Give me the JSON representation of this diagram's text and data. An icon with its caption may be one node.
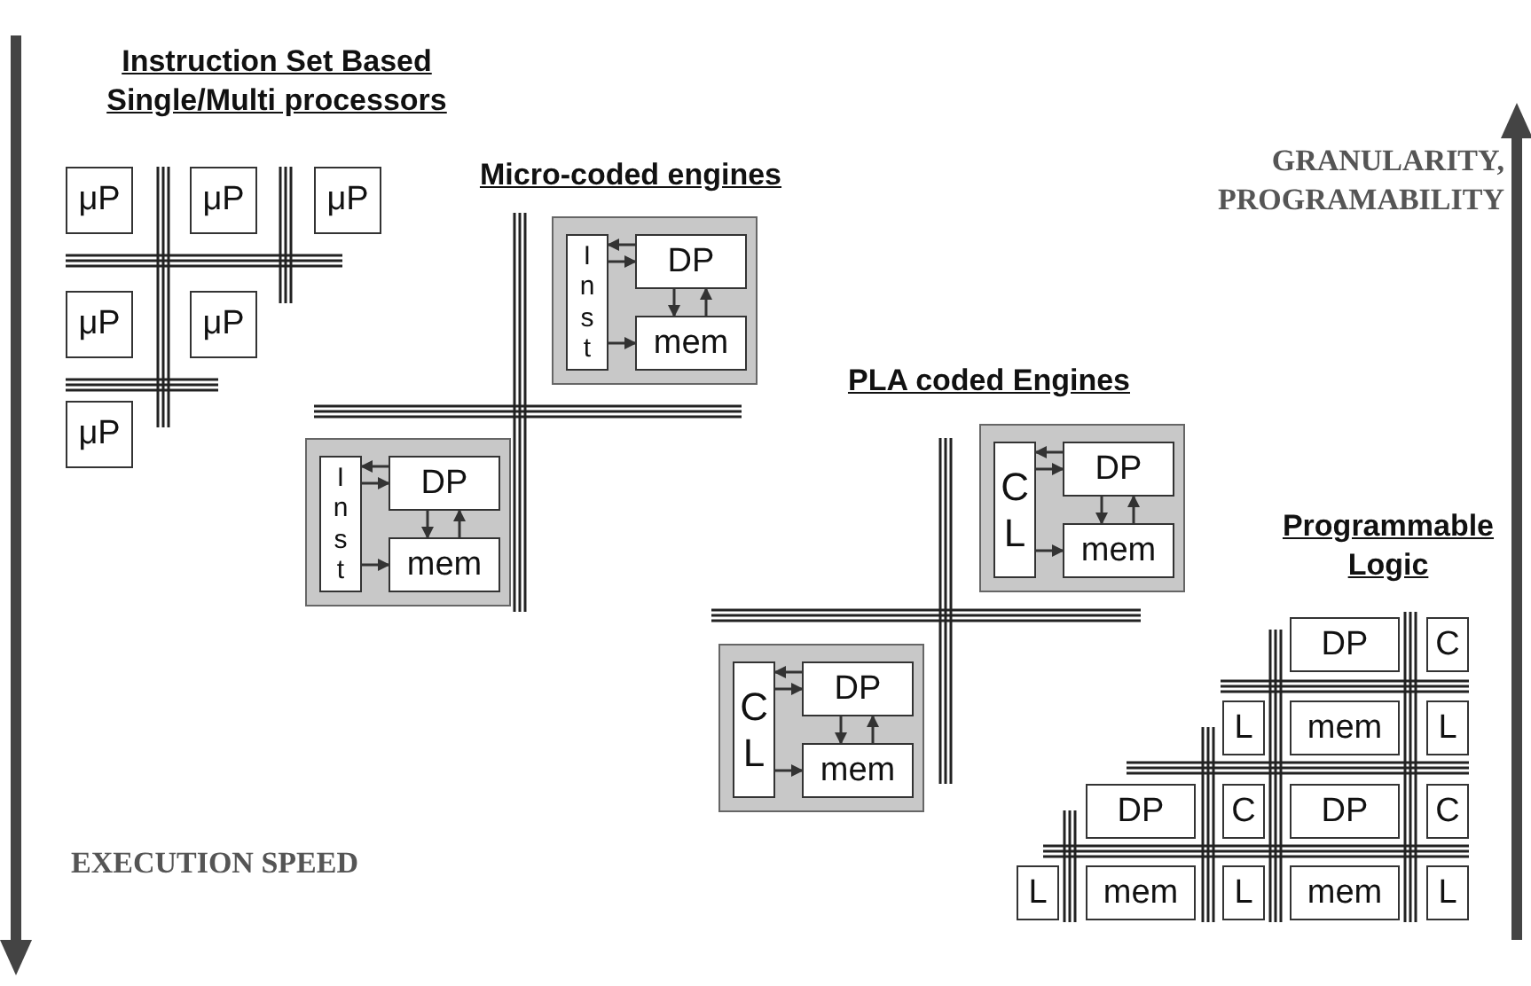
{
  "diagram": {
    "nodes": [
      {
        "text": [
          "μP"
        ]
      },
      {
        "text": [
          "μP"
        ]
      },
      {
        "text": [
          "μP"
        ]
      },
      {
        "text": [
          "μP"
        ]
      },
      {
        "text": [
          "μP"
        ]
      },
      {
        "text": [
          "μP"
        ]
      },
      {
        "text": [],
        "shape": "box"
      },
      {
        "text": [
          "Inst"
        ],
        "in": 6
      },
      {
        "text": [
          "DP"
        ],
        "in": 6
      },
      {
        "text": [
          "mem"
        ],
        "in": 6
      },
      {
        "text": [],
        "shape": "box"
      },
      {
        "text": [
          "Inst"
        ],
        "in": 10
      },
      {
        "text": [
          "DP"
        ],
        "in": 10
      },
      {
        "text": [
          "mem"
        ],
        "in": 10
      },
      {
        "text": [],
        "shape": "box"
      },
      {
        "text": [
          "CL"
        ],
        "in": 14
      },
      {
        "text": [
          "DP"
        ],
        "in": 14
      },
      {
        "text": [
          "mem"
        ],
        "in": 14
      },
      {
        "text": [],
        "shape": "box"
      },
      {
        "text": [
          "CL"
        ],
        "in": 18
      },
      {
        "text": [
          "DP"
        ],
        "in": 18
      },
      {
        "text": [
          "mem"
        ],
        "in": 18
      },
      {
        "text": [
          "DP"
        ]
      },
      {
        "text": [
          "C"
        ]
      },
      {
        "text": [
          "L"
        ]
      },
      {
        "text": [
          "mem"
        ]
      },
      {
        "text": [
          "L"
        ]
      },
      {
        "text": [
          "DP"
        ]
      },
      {
        "text": [
          "C"
        ]
      },
      {
        "text": [
          "DP"
        ]
      },
      {
        "text": [
          "C"
        ]
      },
      {
        "text": [
          "L"
        ]
      },
      {
        "text": [
          "mem"
        ]
      },
      {
        "text": [
          "L"
        ]
      },
      {
        "text": [
          "mem"
        ]
      },
      {
        "text": [
          "L"
        ]
      }
    ],
    "edges": [
      {
        "from": 8,
        "to": 7,
        "arrow": "to"
      },
      {
        "from": 7,
        "to": 8,
        "arrow": "to"
      },
      {
        "from": 7,
        "to": 9,
        "arrow": "to"
      },
      {
        "from": 8,
        "to": 9,
        "arrow": "to"
      },
      {
        "from": 9,
        "to": 8,
        "arrow": "to"
      },
      {
        "from": 12,
        "to": 11,
        "arrow": "to"
      },
      {
        "from": 11,
        "to": 12,
        "arrow": "to"
      },
      {
        "from": 11,
        "to": 13,
        "arrow": "to"
      },
      {
        "from": 12,
        "to": 13,
        "arrow": "to"
      },
      {
        "from": 13,
        "to": 12,
        "arrow": "to"
      },
      {
        "from": 16,
        "to": 15,
        "arrow": "to"
      },
      {
        "from": 15,
        "to": 16,
        "arrow": "to"
      },
      {
        "from": 15,
        "to": 17,
        "arrow": "to"
      },
      {
        "from": 16,
        "to": 17,
        "arrow": "to"
      },
      {
        "from": 17,
        "to": 16,
        "arrow": "to"
      },
      {
        "from": 20,
        "to": 19,
        "arrow": "to"
      },
      {
        "from": 19,
        "to": 20,
        "arrow": "to"
      },
      {
        "from": 19,
        "to": 21,
        "arrow": "to"
      },
      {
        "from": 20,
        "to": 21,
        "arrow": "to"
      },
      {
        "from": 21,
        "to": 20,
        "arrow": "to"
      }
    ],
    "labels": [
      "Instruction Set Based Single/Multi processors",
      "Micro-coded engines",
      "GRANULARITY, PROGRAMABILITY",
      "PLA coded Engines",
      "Programmable Logic",
      "EXECUTION SPEED"
    ]
  }
}
